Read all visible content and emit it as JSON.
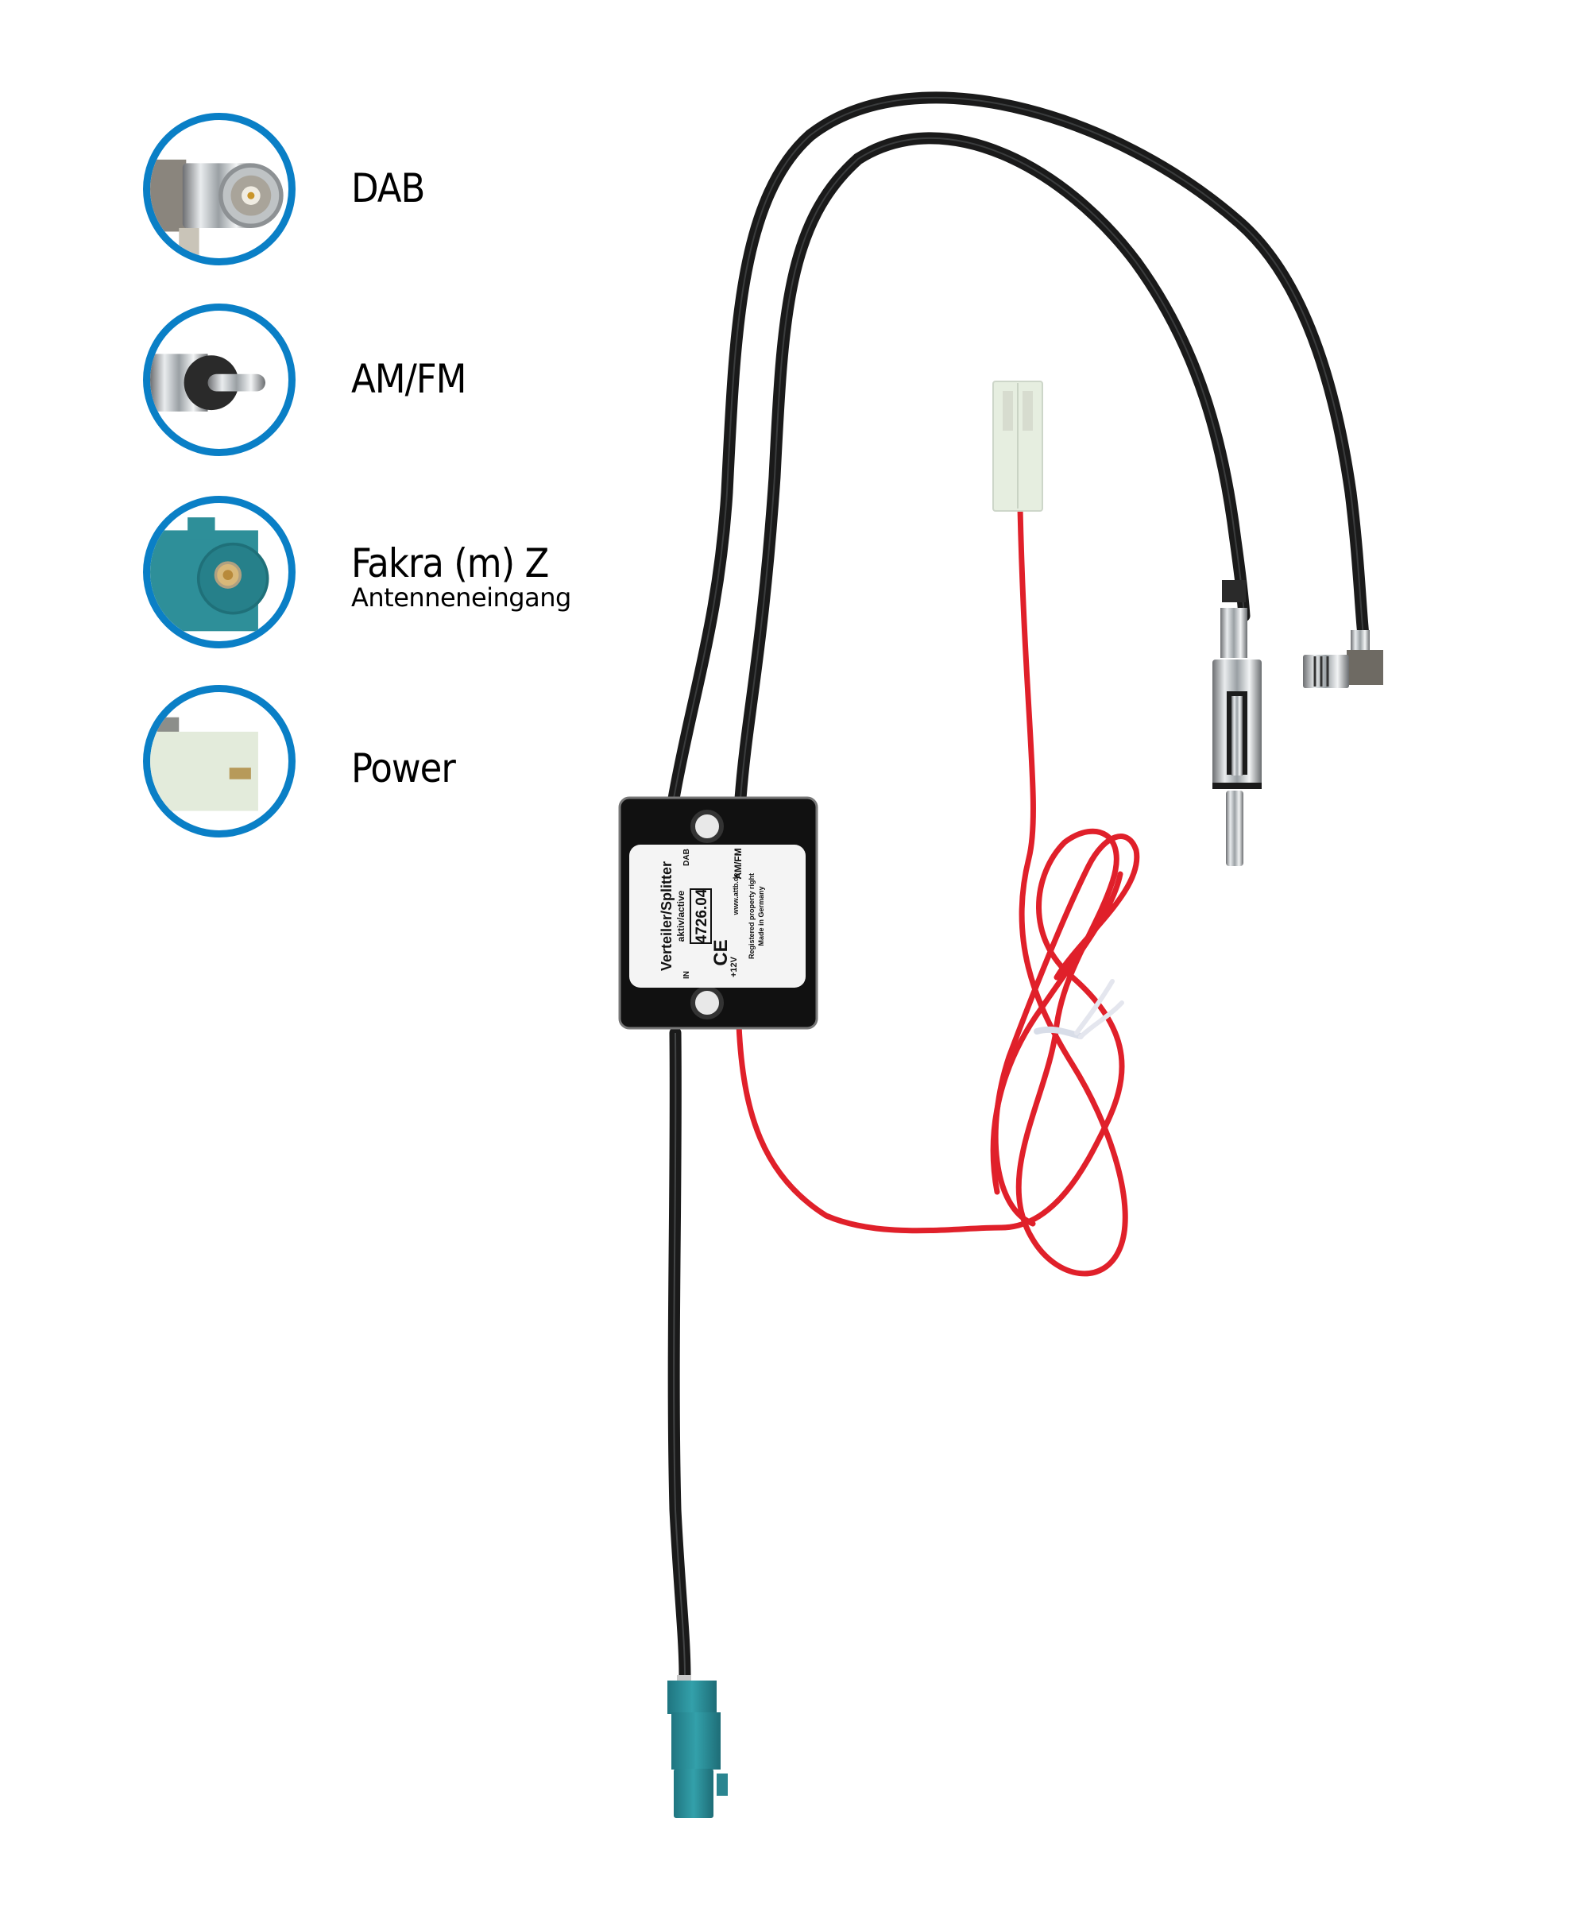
{
  "legend": [
    {
      "icon": "dab-connector-icon",
      "label": "DAB",
      "sub": null
    },
    {
      "icon": "am-fm-connector-icon",
      "label": "AM/FM",
      "sub": null
    },
    {
      "icon": "fakra-connector-icon",
      "label": "Fakra (m) Z",
      "sub": "Antenneneingang"
    },
    {
      "icon": "power-connector-icon",
      "label": "Power",
      "sub": null
    }
  ],
  "device_label": {
    "title": "Verteiler/Splitter",
    "subtitle": "aktiv/active",
    "model": "4726.04",
    "port_in": "IN",
    "port_dab": "DAB",
    "port_amfm": "AM/FM",
    "power": "+12V",
    "website": "www.attb.de",
    "rights": "Registered property right",
    "origin": "Made in Germany",
    "ce_mark": "CE"
  },
  "colors": {
    "legend_ring": "#0a7fc6",
    "fakra_teal": "#2e8f99",
    "cable_black": "#1a1a1a",
    "cable_red": "#e0202a",
    "power_plug": "#e6eee0"
  }
}
